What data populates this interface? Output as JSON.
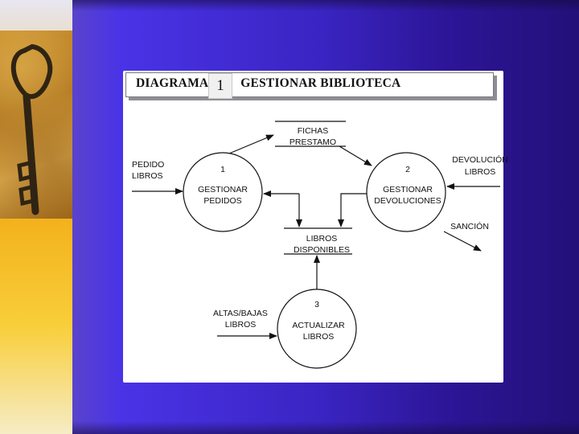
{
  "slide": {
    "title_prefix": "DIAGRAMA",
    "slide_number": "1",
    "title_suffix": "GESTIONAR BIBLIOTECA"
  },
  "colors": {
    "background_left": "#4a33e6",
    "background_right": "#231078",
    "band": "#f3b11c",
    "panel": "#ffffff"
  },
  "decorations": [
    "key-photo"
  ],
  "processes": [
    {
      "id": "1",
      "name_line1": "GESTIONAR",
      "name_line2": "PEDIDOS"
    },
    {
      "id": "2",
      "name_line1": "GESTIONAR",
      "name_line2": "DEVOLUCIONES"
    },
    {
      "id": "3",
      "name_line1": "ACTUALIZAR",
      "name_line2": "LIBROS"
    }
  ],
  "data_stores": [
    {
      "line1": "FICHAS",
      "line2": "PRESTAMO"
    },
    {
      "line1": "LIBROS",
      "line2": "DISPONIBLES"
    }
  ],
  "external_flows": [
    {
      "line1": "PEDIDO",
      "line2": "LIBROS"
    },
    {
      "line1": "DEVOLUCIÓN",
      "line2": "LIBROS"
    },
    {
      "line1": "SANCIÓN",
      "line2": ""
    },
    {
      "line1": "ALTAS/BAJAS",
      "line2": "LIBROS"
    }
  ]
}
